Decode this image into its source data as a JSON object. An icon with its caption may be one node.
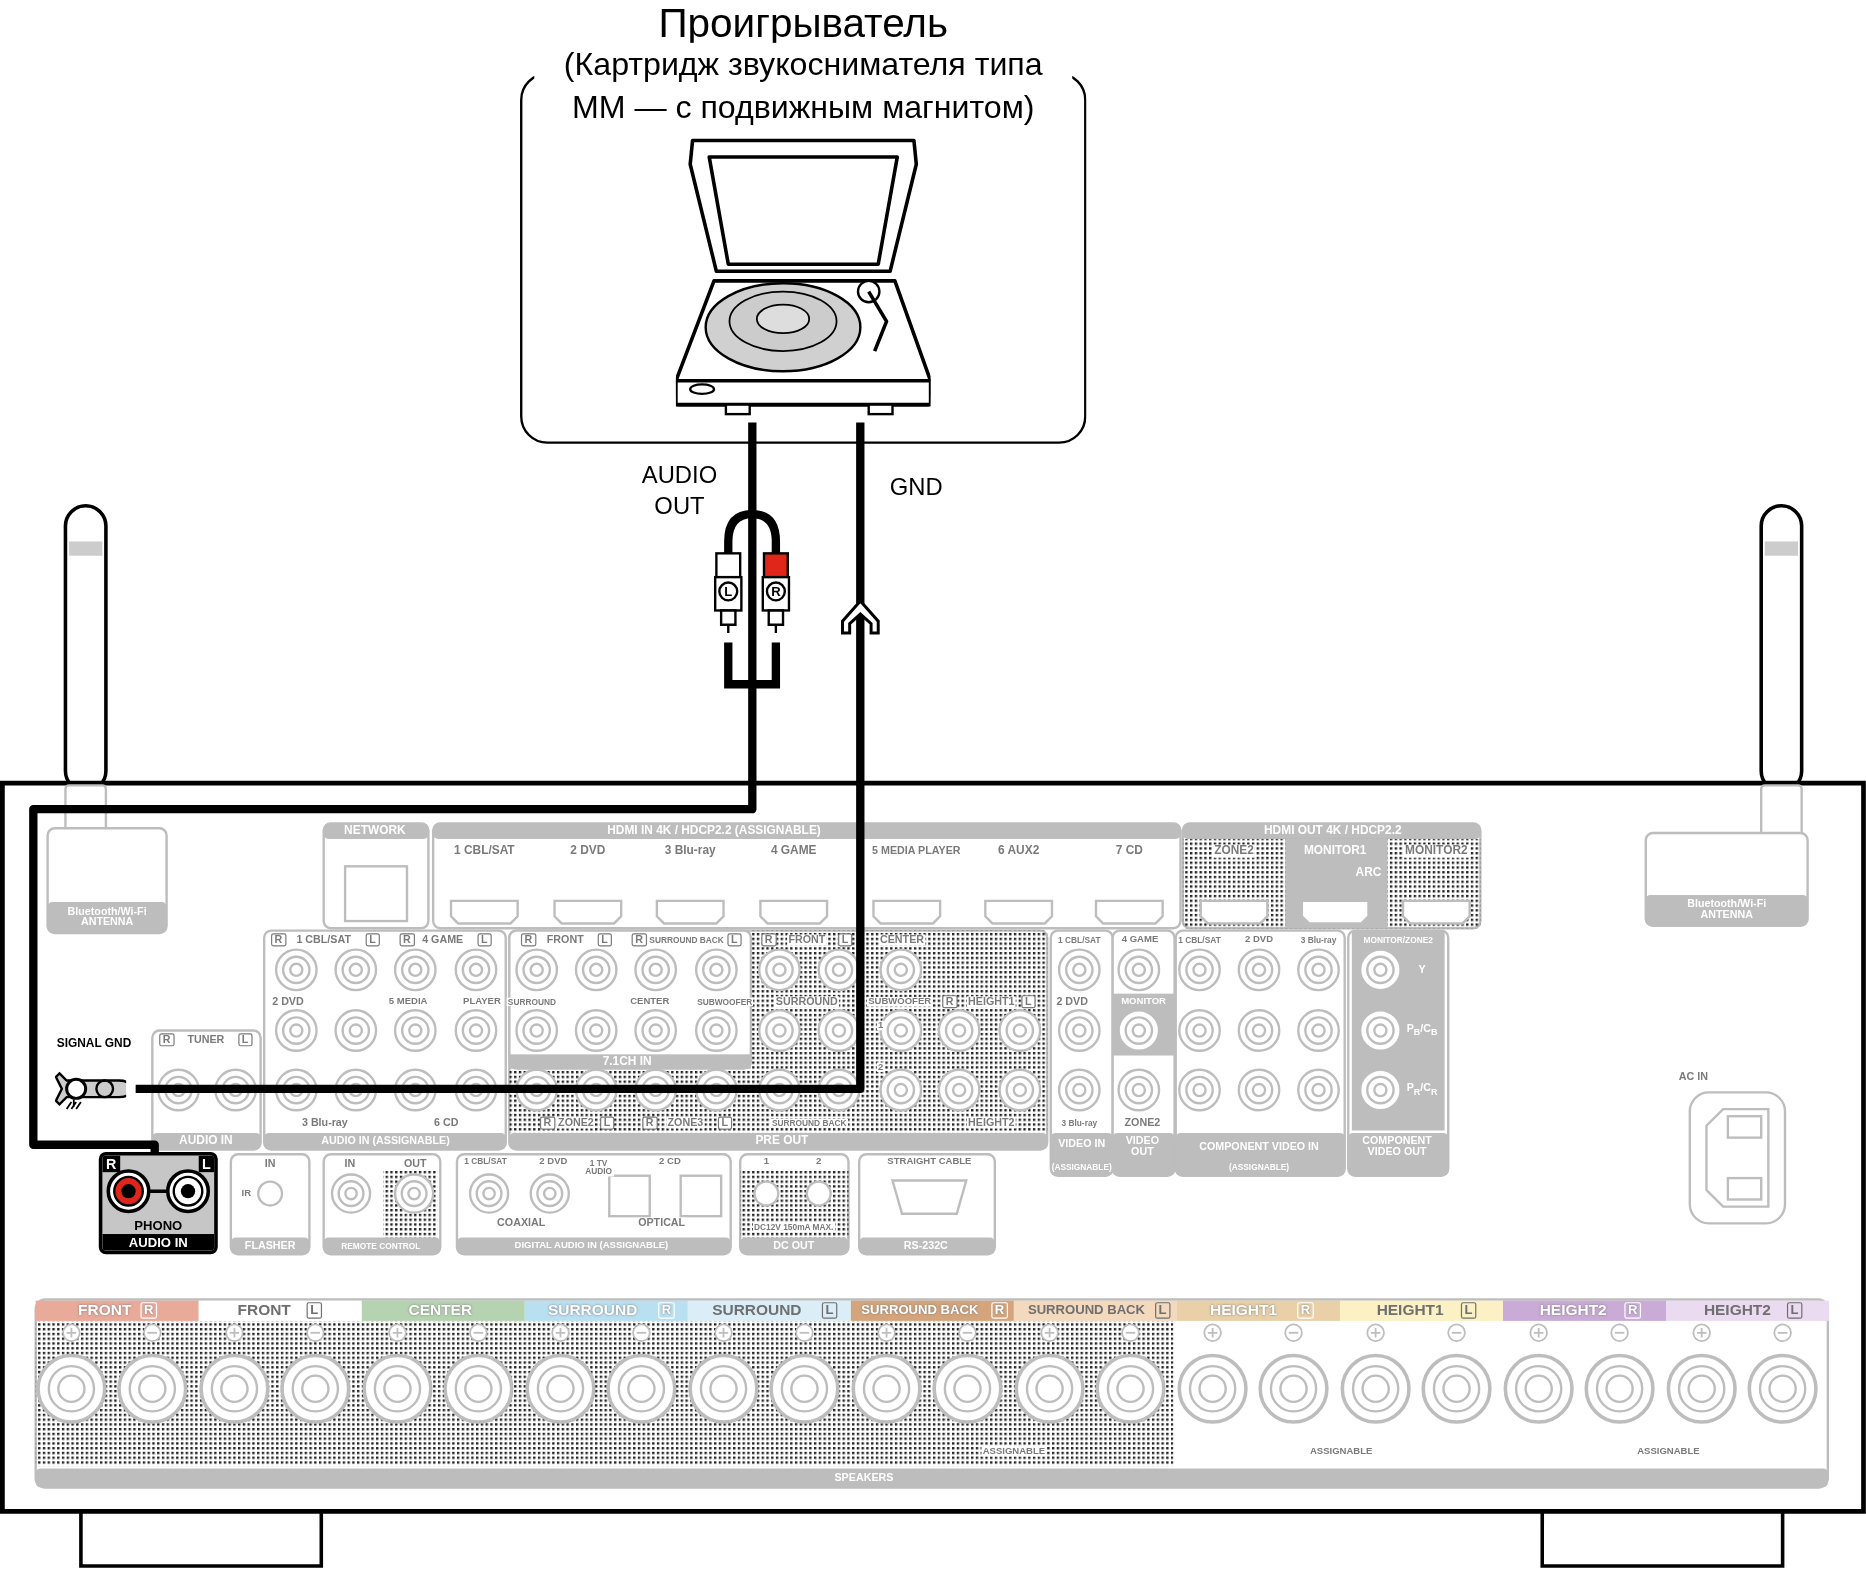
{
  "diagram": {
    "nodes": [
      {
        "text": [
          "Проигрыватель",
          "(Картридж звукоснимателя типа MM — с подвижным магнитом)"
        ]
      },
      {
        "text": [],
        "shape": "picture",
        "in": 0
      },
      {
        "text": [],
        "shape": "picture"
      },
      {
        "text": [
          "R",
          "L",
          "PHONO",
          "AUDIO IN"
        ],
        "in": 2
      },
      {
        "text": [
          "SIGNAL GND"
        ],
        "in": 2
      }
    ],
    "edges": [
      {
        "from": 1,
        "to": 3,
        "arrow": "none",
        "label": "AUDIO OUT"
      },
      {
        "from": 1,
        "to": 4,
        "arrow": "none",
        "label": "GND"
      }
    ],
    "labels": [
      "L",
      "R",
      "Bluetooth/Wi-Fi ANTENNA",
      "NETWORK",
      "HDMI IN 4K / HDCP2.2 (ASSIGNABLE)",
      "HDMI OUT 4K / HDCP2.2",
      "1 CBL/SAT",
      "2 DVD",
      "3 Blu-ray",
      "4 GAME",
      "5 MEDIA PLAYER",
      "6 AUX2",
      "7 CD",
      "ZONE2",
      "MONITOR1",
      "MONITOR2",
      "ARC",
      "Bluetooth/Wi-Fi ANTENNA",
      "R",
      "1 CBL/SAT",
      "L",
      "R",
      "4 GAME",
      "L",
      "R",
      "FRONT",
      "L",
      "R",
      "SURROUND BACK",
      "L",
      "R",
      "FRONT",
      "L",
      "CENTER",
      "1 CBL/SAT",
      "4 GAME",
      "1 CBL/SAT",
      "2 DVD",
      "3 Blu-ray",
      "MONITOR/ZONE2",
      "Y",
      "2 DVD",
      "5 MEDIA",
      "PLAYER",
      "SURROUND",
      "CENTER",
      "SUBWOOFER",
      "SURROUND",
      "SUBWOOFER",
      "R",
      "HEIGHT1",
      "L",
      "2 DVD",
      "MONITOR",
      "P$_{B}$/C$_{B}$",
      "R",
      "TUNER",
      "L",
      "1",
      "7.1CH IN",
      "2",
      "P$_{R}$/C$_{R}$",
      "3 Blu-ray",
      "6 CD",
      "R",
      "ZONE2",
      "L",
      "R",
      "ZONE3",
      "L",
      "SURROUND BACK",
      "HEIGHT2",
      "3 Blu-ray",
      "ZONE2",
      "AC IN",
      "AUDIO IN",
      "AUDIO IN (ASSIGNABLE)",
      "PRE OUT",
      "VIDEO IN",
      "(ASSIGNABLE)",
      "VIDEO OUT",
      "COMPONENT VIDEO IN",
      "(ASSIGNABLE)",
      "COMPONENT VIDEO OUT",
      "IN",
      "IN",
      "OUT",
      "1 CBL/SAT",
      "2 DVD",
      "1 TV AUDIO",
      "2 CD",
      "1",
      "2",
      "STRAIGHT CABLE",
      "IR",
      "COAXIAL",
      "OPTICAL",
      "DC12V 150mA MAX.",
      "FLASHER",
      "REMOTE CONTROL",
      "DIGITAL AUDIO IN (ASSIGNABLE)",
      "DC OUT",
      "RS-232C",
      "FRONT",
      "R",
      "FRONT",
      "L",
      "CENTER",
      "SURROUND",
      "R",
      "SURROUND",
      "L",
      "SURROUND BACK",
      "R",
      "SURROUND BACK",
      "L",
      "HEIGHT1",
      "R",
      "HEIGHT1",
      "L",
      "HEIGHT2",
      "R",
      "HEIGHT2",
      "L",
      "ASSIGNABLE",
      "ASSIGNABLE",
      "ASSIGNABLE",
      "SPEAKERS"
    ]
  }
}
